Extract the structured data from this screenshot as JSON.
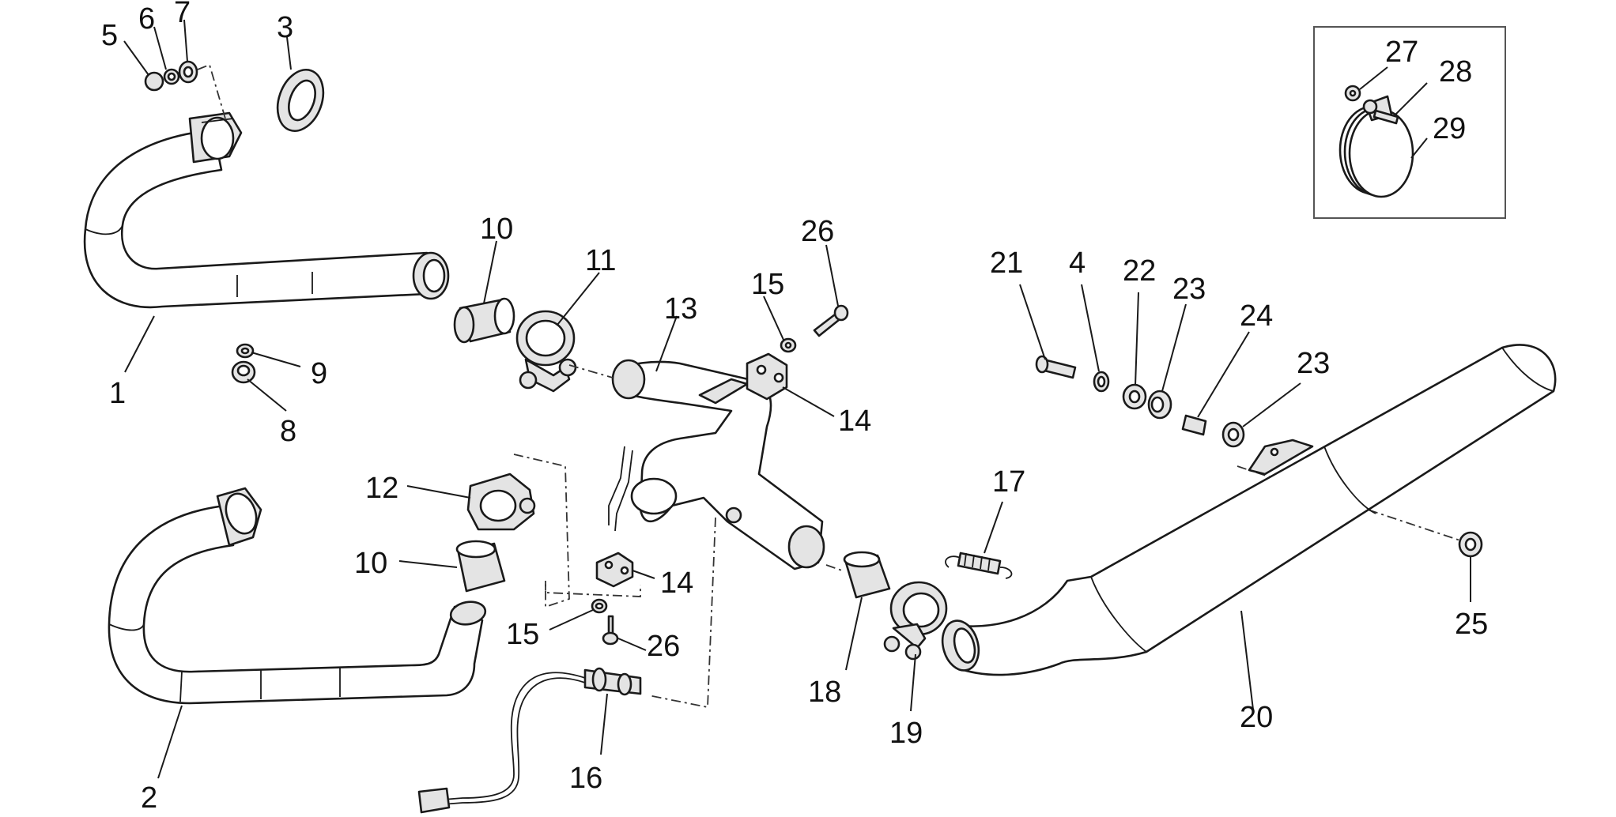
{
  "callouts": [
    {
      "id": "5",
      "text": "5"
    },
    {
      "id": "6",
      "text": "6"
    },
    {
      "id": "7",
      "text": "7"
    },
    {
      "id": "3",
      "text": "3"
    },
    {
      "id": "1",
      "text": "1"
    },
    {
      "id": "9",
      "text": "9"
    },
    {
      "id": "8",
      "text": "8"
    },
    {
      "id": "10a",
      "text": "10"
    },
    {
      "id": "11",
      "text": "11"
    },
    {
      "id": "13",
      "text": "13"
    },
    {
      "id": "15a",
      "text": "15"
    },
    {
      "id": "26a",
      "text": "26"
    },
    {
      "id": "14a",
      "text": "14"
    },
    {
      "id": "12",
      "text": "12"
    },
    {
      "id": "10b",
      "text": "10"
    },
    {
      "id": "14b",
      "text": "14"
    },
    {
      "id": "15b",
      "text": "15"
    },
    {
      "id": "26b",
      "text": "26"
    },
    {
      "id": "16",
      "text": "16"
    },
    {
      "id": "2",
      "text": "2"
    },
    {
      "id": "18",
      "text": "18"
    },
    {
      "id": "19",
      "text": "19"
    },
    {
      "id": "17",
      "text": "17"
    },
    {
      "id": "21",
      "text": "21"
    },
    {
      "id": "4",
      "text": "4"
    },
    {
      "id": "22",
      "text": "22"
    },
    {
      "id": "23a",
      "text": "23"
    },
    {
      "id": "24",
      "text": "24"
    },
    {
      "id": "23b",
      "text": "23"
    },
    {
      "id": "20",
      "text": "20"
    },
    {
      "id": "25",
      "text": "25"
    },
    {
      "id": "27",
      "text": "27"
    },
    {
      "id": "28",
      "text": "28"
    },
    {
      "id": "29",
      "text": "29"
    }
  ]
}
